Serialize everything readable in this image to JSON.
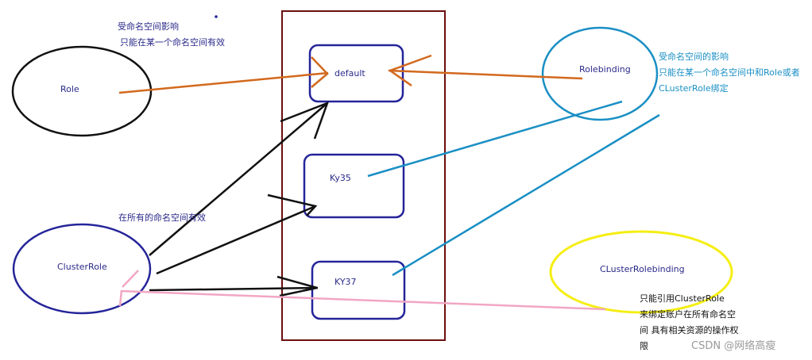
{
  "colors": {
    "navy": "#25259a",
    "teal": "#1a8fc4",
    "maroon": "#6b0f0f",
    "orange": "#d2691e",
    "pink": "#f2a6c4",
    "yellow": "#f5ee12",
    "black": "#111111"
  },
  "nodes": {
    "role": "Role",
    "cluster_role": "ClusterRole",
    "rolebinding": "Rolebinding",
    "cluster_rolebinding": "CLusterRolebinding",
    "ns_default": "default",
    "ns_ky35": "Ky35",
    "ns_ky37": "KY37"
  },
  "notes": {
    "role": [
      "受命名空间影响",
      "只能在某一个命名空间有效"
    ],
    "cluster_role": "在所有的命名空间有效",
    "rolebinding": [
      "受命名空间的影响",
      "只能在某一个命名空间中和Role或者",
      "CLusterRole绑定"
    ],
    "cluster_rolebinding": [
      "只能引用ClusterRole",
      "来绑定账户在所有命名空",
      "间 具有相关资源的操作权",
      "限"
    ]
  },
  "watermark": "CSDN @网络高瘦"
}
